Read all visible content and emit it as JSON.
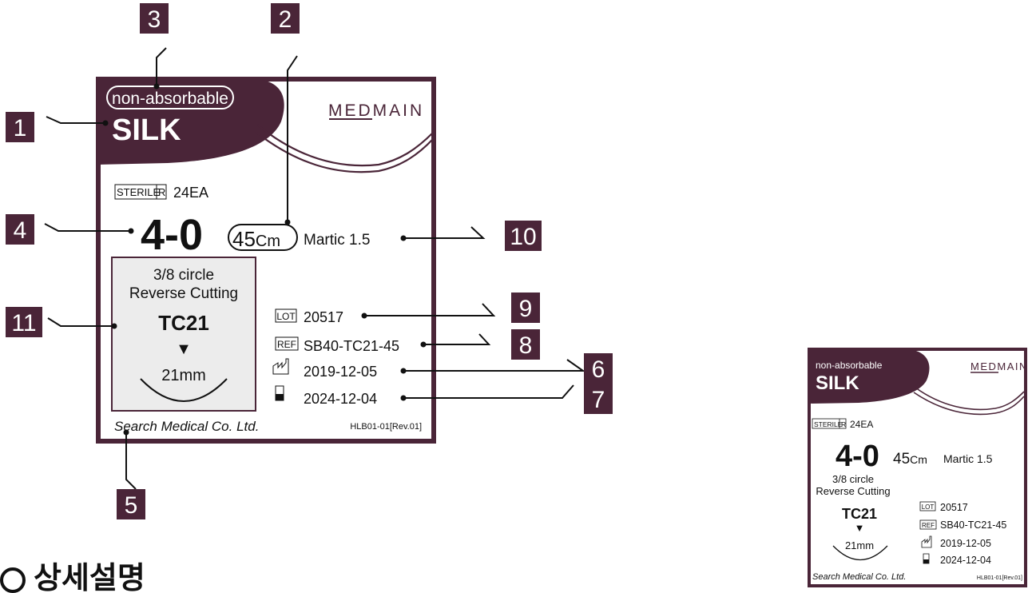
{
  "label": {
    "type_tag": "non-absorbable",
    "material": "SILK",
    "brand": "MEDMAIN",
    "sterile": "STERILE",
    "sterile_method": "R",
    "quantity": "24EA",
    "usp_size": "4-0",
    "length_value": "45",
    "length_unit": "Cm",
    "metric": "Martic 1.5",
    "needle_shape": "3/8 circle",
    "needle_type": "Reverse Cutting",
    "needle_code": "TC21",
    "needle_marker": "▼",
    "needle_length": "21mm",
    "lot_tag": "LOT",
    "lot": "20517",
    "ref_tag": "REF",
    "ref": "SB40-TC21-45",
    "manufacture_date": "2019-12-05",
    "expiry_date": "2024-12-04",
    "manufacturer": "Search Medical Co. Ltd.",
    "doc_code": "HLB01-01[Rev.01]"
  },
  "callouts": [
    "1",
    "2",
    "3",
    "4",
    "5",
    "6",
    "7",
    "8",
    "9",
    "10",
    "11"
  ],
  "section_heading": "상세설명",
  "colors": {
    "primary": "#4a2538",
    "callout_bg": "#4a2538",
    "needle_box_bg": "#ececec",
    "text": "#111111"
  },
  "icons": [
    "manufacture-date-icon",
    "expiry-hourglass-icon",
    "sterile-symbol"
  ]
}
